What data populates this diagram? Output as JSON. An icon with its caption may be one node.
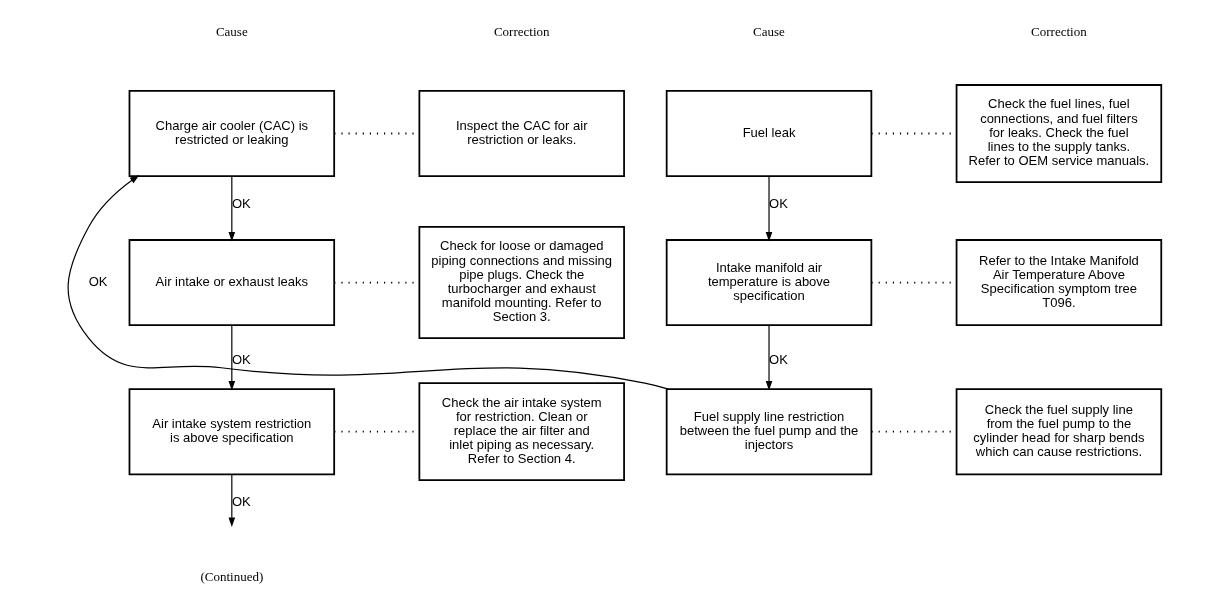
{
  "diagram": {
    "nodes": [
      {
        "text": [
          "Fuel leak"
        ]
      },
      {
        "text": [
          "Check the fuel lines, fuel connections, and fuel filters for leaks. Check the fuel lines to the supply tanks. Refer to OEM service manuals."
        ]
      },
      {
        "text": [
          "Intake manifold air temperature is above specification"
        ]
      },
      {
        "text": [
          "Refer to the Intake Manifold Air Temperature Above Specification symptom tree T096."
        ]
      },
      {
        "text": [
          "Fuel supply line restriction between the fuel pump and the injectors"
        ]
      },
      {
        "text": [
          "Check the fuel supply line from the fuel pump to the cylinder head for sharp bends which can cause restrictions."
        ]
      },
      {
        "text": [
          "Charge air cooler (CAC) is restricted or leaking"
        ]
      },
      {
        "text": [
          "Inspect the CAC for air restriction or leaks."
        ]
      },
      {
        "text": [
          "Air intake or exhaust leaks"
        ]
      },
      {
        "text": [
          "Check for loose or damaged piping connections and missing pipe plugs. Check the turbocharger and exhaust manifold mounting. Refer to Section 3."
        ]
      },
      {
        "text": [
          "Air intake system restriction is above specification"
        ]
      },
      {
        "text": [
          "Check the air intake system for restriction. Clean or replace the air filter and inlet piping as necessary. Refer to Section 4."
        ]
      }
    ],
    "edges": [
      {
        "from": 0,
        "to": 1,
        "arrow": "none",
        "style": "dashed"
      },
      {
        "from": 0,
        "to": 2,
        "arrow": "to",
        "label": "OK"
      },
      {
        "from": 2,
        "to": 3,
        "arrow": "none",
        "style": "dashed"
      },
      {
        "from": 2,
        "to": 4,
        "arrow": "to",
        "label": "OK"
      },
      {
        "from": 4,
        "to": 5,
        "arrow": "none",
        "style": "dashed"
      },
      {
        "from": 4,
        "to": 6,
        "arrow": "to",
        "label": "OK"
      },
      {
        "from": 6,
        "to": 7,
        "arrow": "none",
        "style": "dashed"
      },
      {
        "from": 6,
        "to": 8,
        "arrow": "to",
        "label": "OK"
      },
      {
        "from": 8,
        "to": 9,
        "arrow": "none",
        "style": "dashed"
      },
      {
        "from": 8,
        "to": 10,
        "arrow": "to",
        "label": "OK"
      },
      {
        "from": 10,
        "to": 11,
        "arrow": "none",
        "style": "dashed"
      },
      {
        "from": 10,
        "to": null,
        "arrow": "to",
        "label": "OK"
      }
    ],
    "labels": [
      "Cause",
      "Correction",
      "Cause",
      "Correction",
      "(Continued)"
    ]
  }
}
